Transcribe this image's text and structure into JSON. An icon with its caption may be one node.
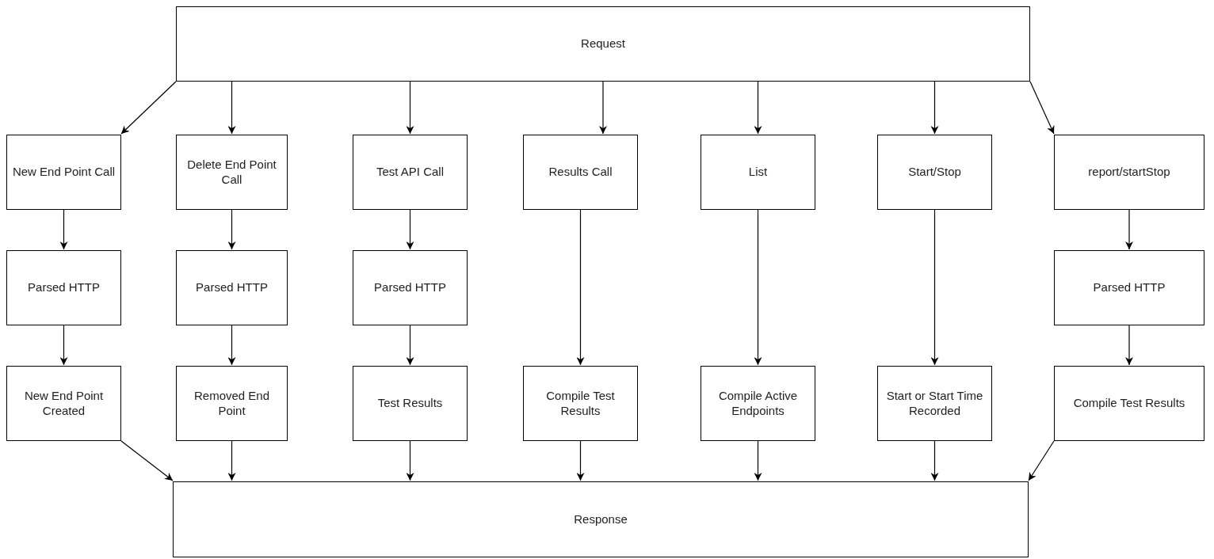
{
  "diagram": {
    "nodes": [
      {
        "text": [
          "Request"
        ]
      },
      {
        "text": [
          "New End Point Call"
        ]
      },
      {
        "text": [
          "Delete End Point Call"
        ]
      },
      {
        "text": [
          "Test API Call"
        ]
      },
      {
        "text": [
          "Results Call"
        ]
      },
      {
        "text": [
          "List"
        ]
      },
      {
        "text": [
          "Start/Stop"
        ]
      },
      {
        "text": [
          "report/startStop"
        ]
      },
      {
        "text": [
          "Parsed HTTP"
        ]
      },
      {
        "text": [
          "Parsed HTTP"
        ]
      },
      {
        "text": [
          "Parsed HTTP"
        ]
      },
      {
        "text": [
          "Parsed HTTP"
        ]
      },
      {
        "text": [
          "New End Point Created"
        ]
      },
      {
        "text": [
          "Removed End Point"
        ]
      },
      {
        "text": [
          "Test Results"
        ]
      },
      {
        "text": [
          "Compile Test Results"
        ]
      },
      {
        "text": [
          "Compile Active Endpoints"
        ]
      },
      {
        "text": [
          "Start or Start Time Recorded"
        ]
      },
      {
        "text": [
          "Compile Test Results"
        ]
      },
      {
        "text": [
          "Response"
        ]
      }
    ],
    "edges": [
      {
        "from": 0,
        "to": 1,
        "arrow": "to"
      },
      {
        "from": 0,
        "to": 2,
        "arrow": "to"
      },
      {
        "from": 0,
        "to": 3,
        "arrow": "to"
      },
      {
        "from": 0,
        "to": 4,
        "arrow": "to"
      },
      {
        "from": 0,
        "to": 5,
        "arrow": "to"
      },
      {
        "from": 0,
        "to": 6,
        "arrow": "to"
      },
      {
        "from": 0,
        "to": 7,
        "arrow": "to"
      },
      {
        "from": 1,
        "to": 8,
        "arrow": "to"
      },
      {
        "from": 2,
        "to": 9,
        "arrow": "to"
      },
      {
        "from": 3,
        "to": 10,
        "arrow": "to"
      },
      {
        "from": 7,
        "to": 11,
        "arrow": "to"
      },
      {
        "from": 8,
        "to": 12,
        "arrow": "to"
      },
      {
        "from": 9,
        "to": 13,
        "arrow": "to"
      },
      {
        "from": 10,
        "to": 14,
        "arrow": "to"
      },
      {
        "from": 4,
        "to": 15,
        "arrow": "to"
      },
      {
        "from": 5,
        "to": 16,
        "arrow": "to"
      },
      {
        "from": 6,
        "to": 17,
        "arrow": "to"
      },
      {
        "from": 11,
        "to": 18,
        "arrow": "to"
      },
      {
        "from": 12,
        "to": 19,
        "arrow": "to"
      },
      {
        "from": 13,
        "to": 19,
        "arrow": "to"
      },
      {
        "from": 14,
        "to": 19,
        "arrow": "to"
      },
      {
        "from": 15,
        "to": 19,
        "arrow": "to"
      },
      {
        "from": 16,
        "to": 19,
        "arrow": "to"
      },
      {
        "from": 17,
        "to": 19,
        "arrow": "to"
      },
      {
        "from": 18,
        "to": 19,
        "arrow": "to"
      }
    ]
  }
}
